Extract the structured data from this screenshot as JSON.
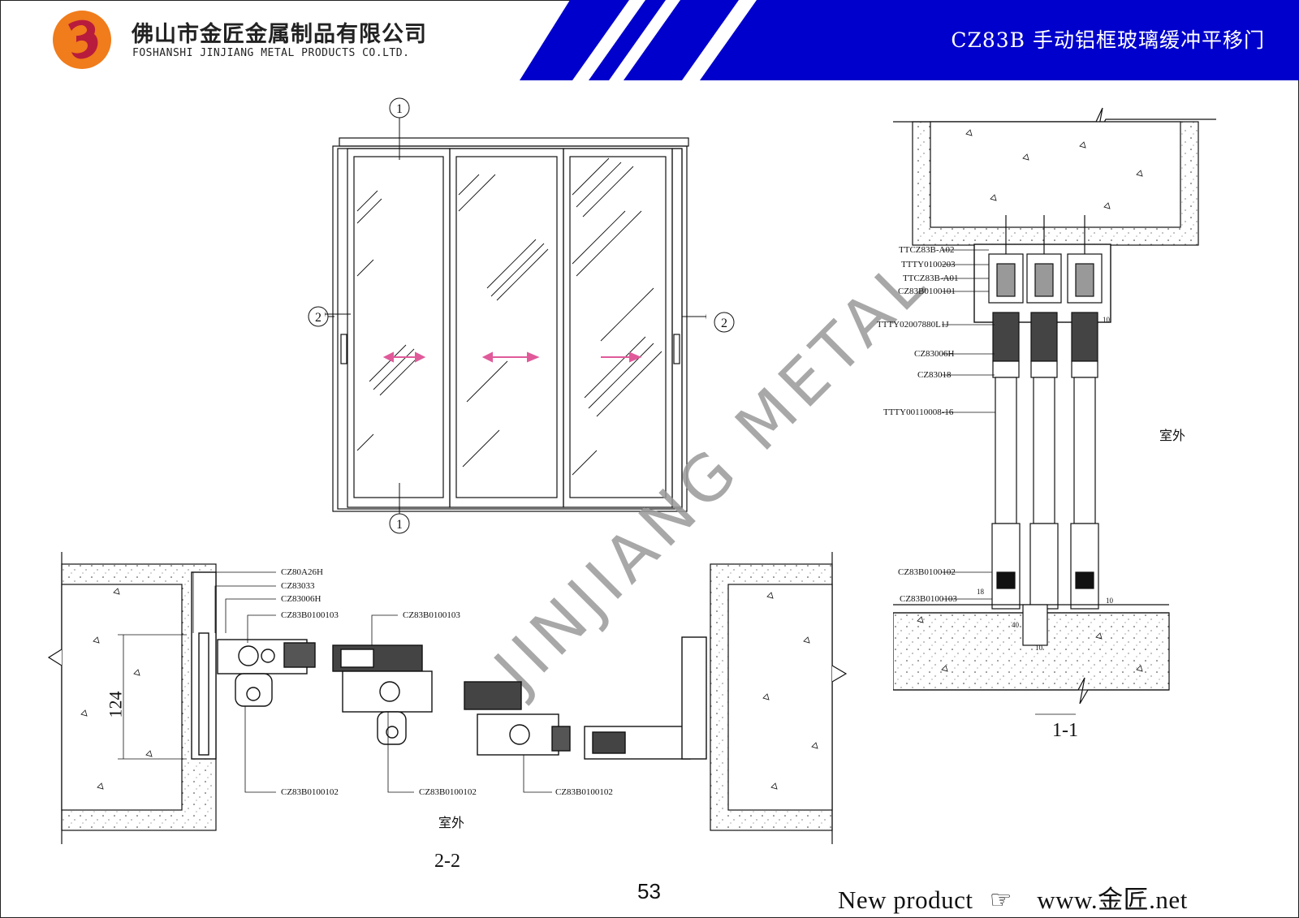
{
  "header": {
    "company_cn": "佛山市金匠金属制品有限公司",
    "company_en": "FOSHANSHI JINJIANG METAL PRODUCTS CO.LTD.",
    "title": "CZ83B  手动铝框玻璃缓冲平移门"
  },
  "watermark": "JINJIANG METAL",
  "elevation": {
    "markers": [
      "1",
      "1",
      "2",
      "2"
    ]
  },
  "section_2_2": {
    "caption": "2-2",
    "outdoor": "室外",
    "dimension": "124",
    "labels": [
      "CZ80A26H",
      "CZ83033",
      "CZ83006H",
      "CZ83B0100103",
      "CZ83B0100103",
      "CZ83B0100102",
      "CZ83B0100102",
      "CZ83B0100102"
    ]
  },
  "section_1_1": {
    "caption": "1-1",
    "outdoor": "室外",
    "labels": [
      "TTCZ83B-A02",
      "TTTY0100203",
      "TTCZ83B-A01",
      "CZ83B0100101",
      "TTTY02007880L1J",
      "CZ83006H",
      "CZ83018",
      "TTTY00110008-16",
      "CZ83B0100102",
      "CZ83B0100103"
    ],
    "small_dims": [
      "10",
      "18",
      "10",
      "40",
      "10"
    ]
  },
  "footer": {
    "page_number": "53",
    "new_product": "New product",
    "hand_icon": "☞",
    "website": "www.金匠.net"
  },
  "colors": {
    "banner_blue": "#0000cc",
    "logo_orange": "#f07c1b",
    "logo_red": "#b81c3c",
    "arrow_pink": "#e05a9a"
  }
}
